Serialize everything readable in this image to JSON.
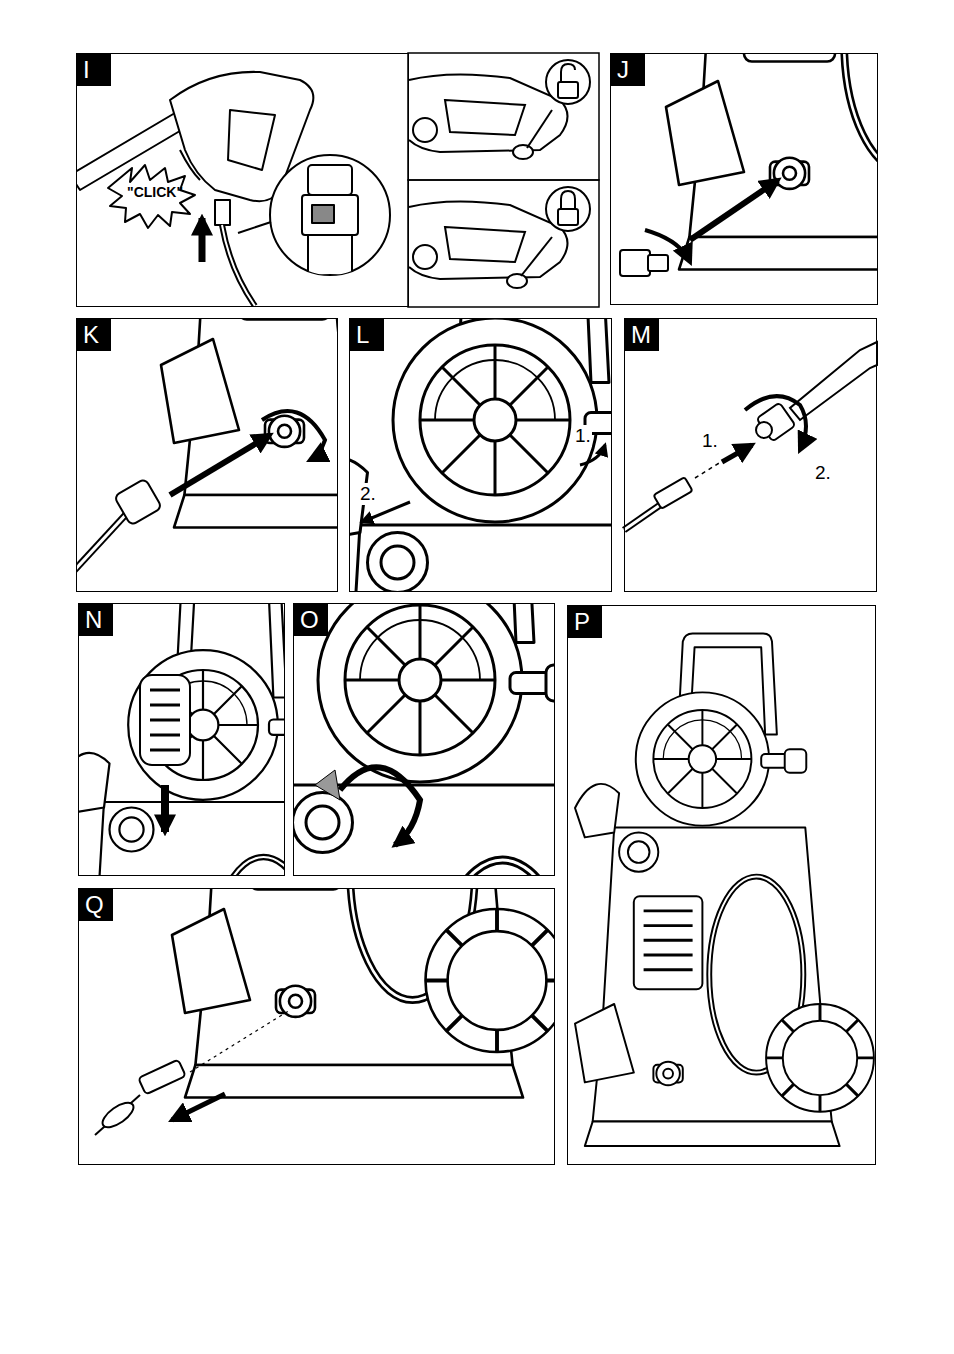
{
  "diagram": {
    "nodes": [
      {
        "text": [
          "I",
          "\"CLICK\""
        ]
      },
      {
        "text": [
          "J"
        ]
      },
      {
        "text": [
          "K"
        ]
      },
      {
        "text": [
          "L",
          "1.",
          "2."
        ]
      },
      {
        "text": [
          "M",
          "1.",
          "2."
        ]
      },
      {
        "text": [
          "N"
        ]
      },
      {
        "text": [
          "O"
        ]
      },
      {
        "text": [
          "P"
        ]
      },
      {
        "text": [
          "Q"
        ]
      }
    ]
  }
}
